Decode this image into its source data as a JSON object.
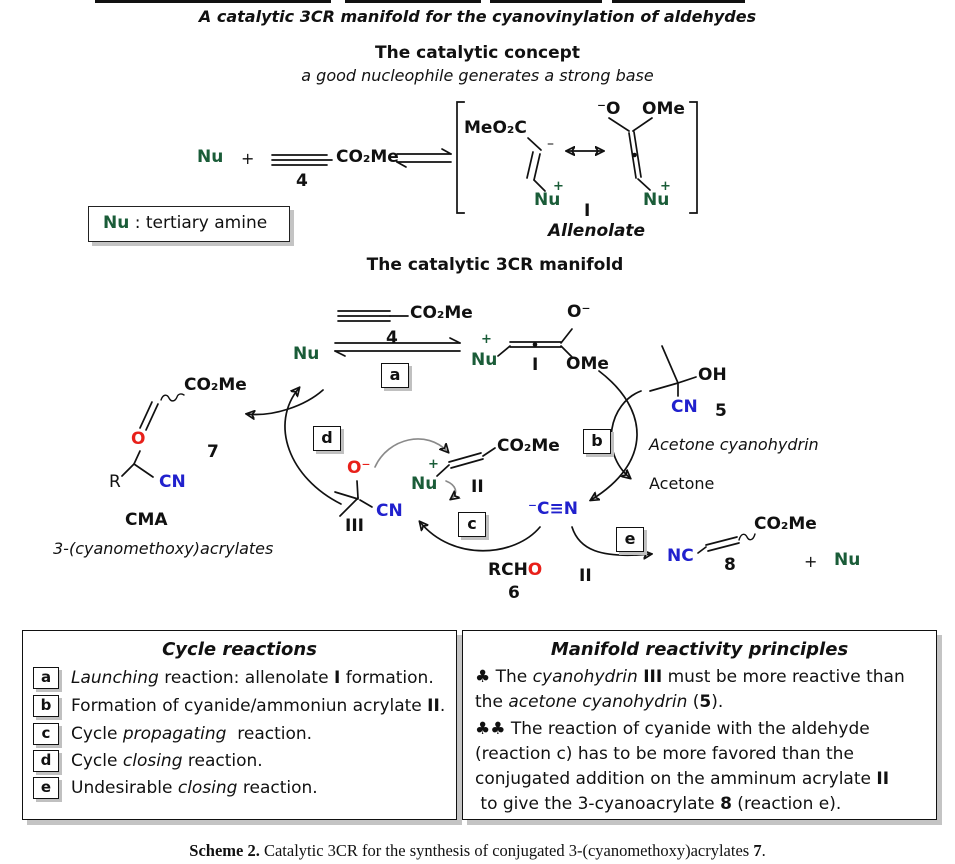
{
  "colors": {
    "nucleophile_green": "#1a5c38",
    "heteroatom_red": "#e8201a",
    "cyanide_blue": "#2121cd"
  },
  "title": "A catalytic 3CR manifold for the cyanovinylation of aldehydes",
  "concept": {
    "heading": "The catalytic concept",
    "subheading": "a good nucleophile generates a strong base",
    "nu": "Nu",
    "plus": "+",
    "alkyne_ester": "CO₂Me",
    "alkyne_number": "4",
    "allenolate": {
      "ester": "MeO₂C",
      "carbanion": "–",
      "nu_left": "Nu",
      "plus_left": "+",
      "o_minus": "⁻O",
      "ome": "OMe",
      "nu_right": "Nu",
      "plus_right": "+",
      "label": "I",
      "name": "Allenolate"
    },
    "nu_box": {
      "nu": "Nu",
      "definition": " : tertiary amine"
    }
  },
  "manifold": {
    "heading": "The catalytic 3CR manifold",
    "nu_free": "Nu",
    "alkyne_ester": "CO₂Me",
    "alkyne_number": "4",
    "steps": {
      "a": "a",
      "b": "b",
      "c": "c",
      "d": "d",
      "e": "e"
    },
    "allenolate": {
      "plus": "+",
      "nu": "Nu",
      "label": "I",
      "o_minus": "O⁻",
      "ome": "OMe"
    },
    "cyanohydrin": {
      "oh": "OH",
      "cn": "CN",
      "number": "5",
      "name": "Acetone cyanohydrin",
      "byproduct": "Acetone"
    },
    "cma": {
      "ester": "CO₂Me",
      "number": "7",
      "o": "O",
      "r": "R",
      "cn": "CN",
      "abbr": "CMA",
      "family": "3-(cyanomethoxy)acrylates"
    },
    "alkoxide": {
      "o_minus": "O⁻",
      "cn": "CN",
      "label": "III"
    },
    "acrylate_ii": {
      "plus": "+",
      "nu": "Nu",
      "ester": "CO₂Me",
      "label": "II"
    },
    "cyanide": "⁻C≡N",
    "aldehyde": {
      "rch": "RCH",
      "o": "O",
      "number": "6"
    },
    "acrylate8": {
      "nc": "NC",
      "ester": "CO₂Me",
      "number": "8",
      "plus": "+",
      "nu": "Nu"
    },
    "ii_repeat": "II"
  },
  "cycle_box": {
    "title": "Cycle reactions",
    "items": [
      {
        "letter": "a",
        "parts": [
          {
            "t": "Launching",
            "s": "i"
          },
          {
            "t": " reaction: allenolate ",
            "s": "n"
          },
          {
            "t": "I",
            "s": "b"
          },
          {
            "t": " formation.",
            "s": "n"
          }
        ]
      },
      {
        "letter": "b",
        "parts": [
          {
            "t": "Formation of cyanide/ammoniun acrylate ",
            "s": "n"
          },
          {
            "t": "II",
            "s": "b"
          },
          {
            "t": ".",
            "s": "n"
          }
        ]
      },
      {
        "letter": "c",
        "parts": [
          {
            "t": "Cycle ",
            "s": "n"
          },
          {
            "t": "propagating",
            "s": "i"
          },
          {
            "t": "  reaction.",
            "s": "n"
          }
        ]
      },
      {
        "letter": "d",
        "parts": [
          {
            "t": "Cycle ",
            "s": "n"
          },
          {
            "t": "closing",
            "s": "i"
          },
          {
            "t": " reaction.",
            "s": "n"
          }
        ]
      },
      {
        "letter": "e",
        "parts": [
          {
            "t": "Undesirable ",
            "s": "n"
          },
          {
            "t": "closing",
            "s": "i"
          },
          {
            "t": " reaction.",
            "s": "n"
          }
        ]
      }
    ]
  },
  "principles_box": {
    "title": "Manifold reactivity principles",
    "p1": {
      "parts": [
        {
          "t": "♣ The ",
          "s": "n"
        },
        {
          "t": "cyanohydrin",
          "s": "i"
        },
        {
          "t": " ",
          "s": "n"
        },
        {
          "t": "III",
          "s": "b"
        },
        {
          "t": " must be more reactive than\nthe ",
          "s": "n"
        },
        {
          "t": "acetone cyanohydrin",
          "s": "i"
        },
        {
          "t": " (",
          "s": "n"
        },
        {
          "t": "5",
          "s": "b"
        },
        {
          "t": ").",
          "s": "n"
        }
      ]
    },
    "p2": {
      "parts": [
        {
          "t": "♣♣ The reaction of cyanide with the aldehyde\n(reaction c) has to be more favored than the\nconjugated addition on the amminum acrylate ",
          "s": "n"
        },
        {
          "t": "II",
          "s": "b"
        },
        {
          "t": "\n to give the 3-cyanoacrylate ",
          "s": "n"
        },
        {
          "t": "8",
          "s": "b"
        },
        {
          "t": " (reaction e).",
          "s": "n"
        }
      ]
    }
  },
  "caption": {
    "parts": [
      {
        "t": "Scheme 2.",
        "s": "b"
      },
      {
        "t": " Catalytic 3CR for the synthesis of conjugated 3-(cyanomethoxy)acrylates ",
        "s": "n"
      },
      {
        "t": "7",
        "s": "b"
      },
      {
        "t": ".",
        "s": "n"
      }
    ]
  }
}
